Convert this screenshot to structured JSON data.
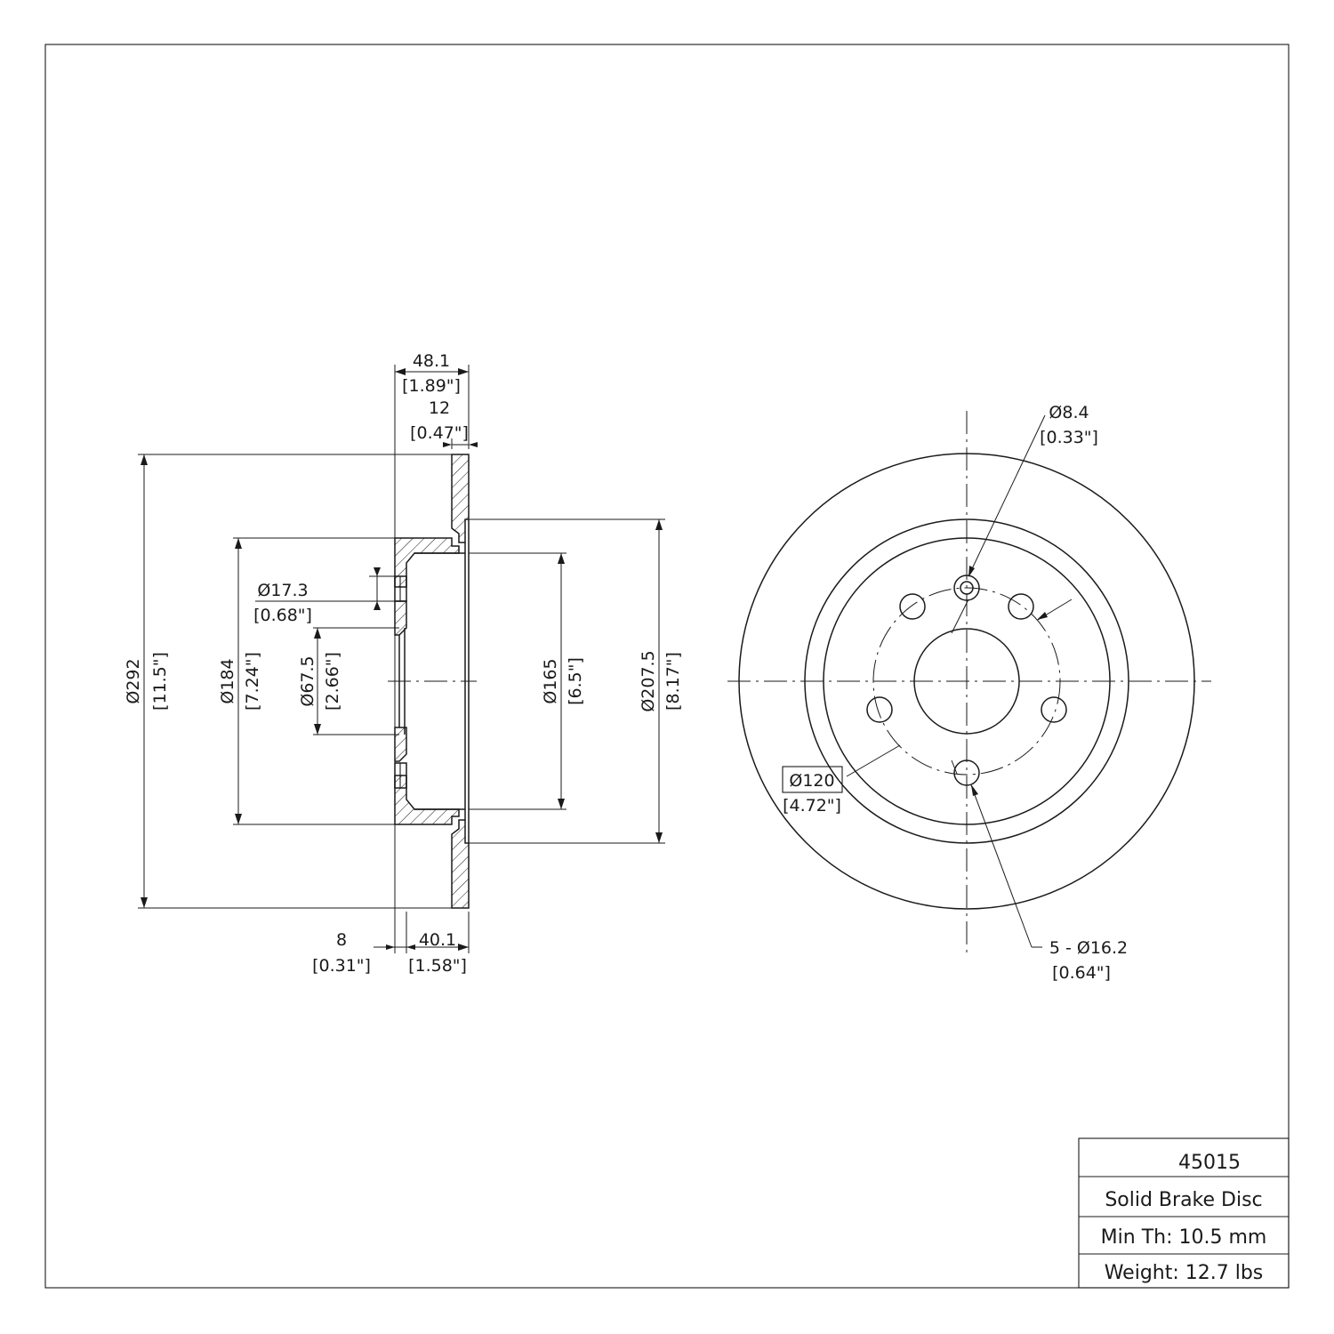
{
  "part_number": "45015",
  "title_block": {
    "part_number": "45015",
    "description": "Solid Brake Disc",
    "min_thickness": "Min Th: 10.5 mm",
    "weight": "Weight: 12.7 lbs"
  },
  "side_view": {
    "overall_width": {
      "mm": "48.1",
      "in": "[1.89\"]"
    },
    "disc_thickness": {
      "mm": "12",
      "in": "[0.47\"]"
    },
    "hub_flange": {
      "mm": "8",
      "in": "[0.31\"]"
    },
    "hat_height": {
      "mm": "40.1",
      "in": "[1.58\"]"
    },
    "outer_diameter": {
      "mm": "Ø292",
      "in": "[11.5\"]"
    },
    "hat_diameter": {
      "mm": "Ø184",
      "in": "[7.24\"]"
    },
    "stud_hole": {
      "mm": "Ø17.3",
      "in": "[0.68\"]"
    },
    "center_bore": {
      "mm": "Ø67.5",
      "in": "[2.66\"]"
    },
    "inner_hat_diameter": {
      "mm": "Ø165",
      "in": "[6.5\"]"
    },
    "friction_inner_diameter": {
      "mm": "Ø207.5",
      "in": "[8.17\"]"
    }
  },
  "front_view": {
    "locating_hole": {
      "mm": "Ø8.4",
      "in": "[0.33\"]"
    },
    "bolt_circle": {
      "mm": "Ø120",
      "in": "[4.72\"]"
    },
    "lug_holes": {
      "mm": "5 - Ø16.2",
      "in": "[0.64\"]"
    }
  }
}
